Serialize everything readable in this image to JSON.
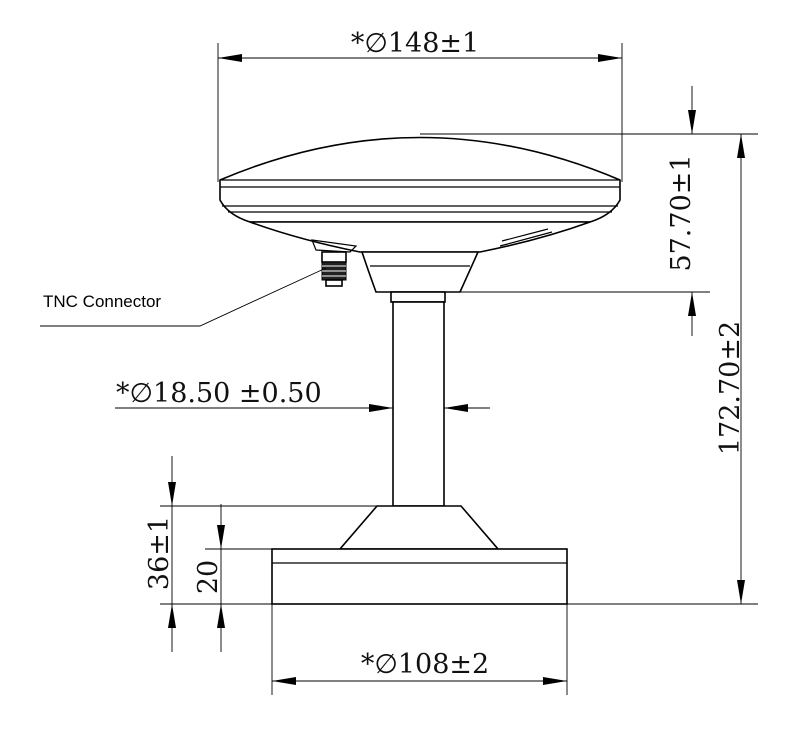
{
  "dimensions": {
    "top_diameter": "*∅148±1",
    "head_height": "57.70±1",
    "overall_height": "172.70±2",
    "mast_diameter": "*∅18.50 ±0.50",
    "base_height_total": "36±1",
    "base_plate_height": "20",
    "base_diameter": "*∅108±2"
  },
  "labels": {
    "connector": "TNC Connector"
  }
}
